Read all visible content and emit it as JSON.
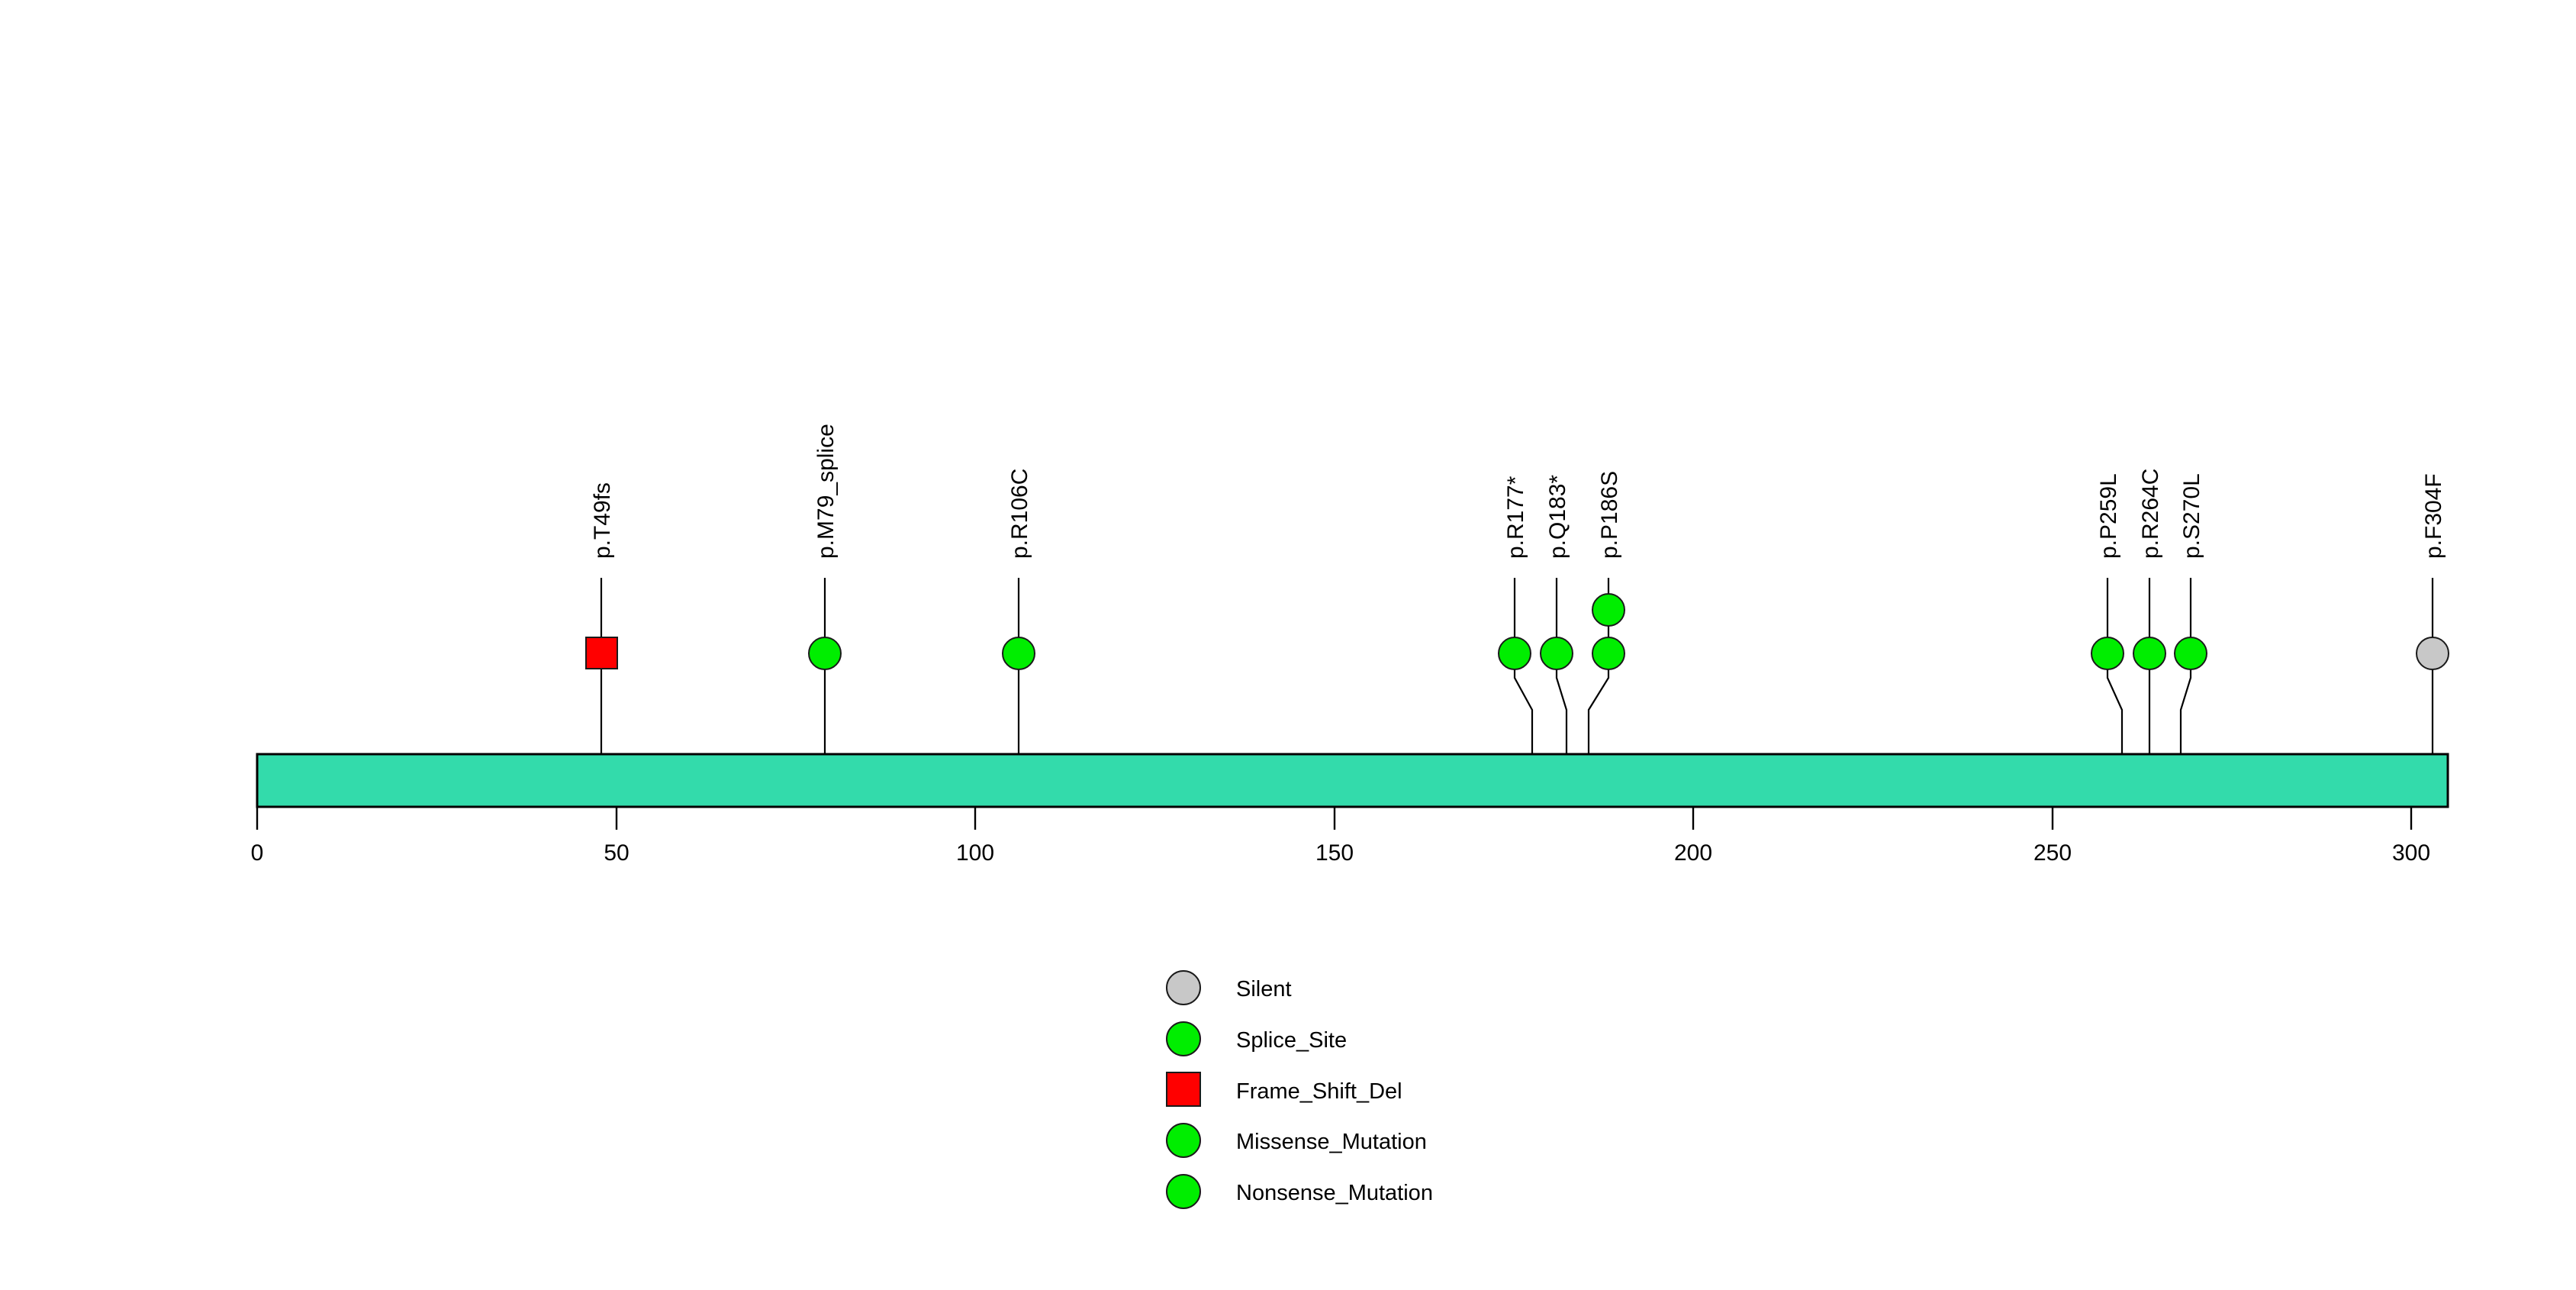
{
  "chart_data": {
    "type": "lollipop",
    "title": "",
    "xlabel": "",
    "ylabel": "",
    "xlim": [
      0,
      305
    ],
    "grid": false,
    "protein_length": 305,
    "axis_ticks": [
      {
        "value": 0,
        "label": "0"
      },
      {
        "value": 50,
        "label": "50"
      },
      {
        "value": 100,
        "label": "100"
      },
      {
        "value": 150,
        "label": "150"
      },
      {
        "value": 200,
        "label": "200"
      },
      {
        "value": 250,
        "label": "250"
      },
      {
        "value": 300,
        "label": "300"
      }
    ],
    "domain_bar": {
      "name": "protein-backbone",
      "start": 0,
      "end": 305,
      "color": "#33DBAB"
    },
    "mutations": [
      {
        "label": "p.T49fs",
        "position": 48,
        "count": 1,
        "shape": "square",
        "color": "#FF0000",
        "type": "Frame_Shift_Del"
      },
      {
        "label": "p.M79_splice",
        "position": 78,
        "count": 1,
        "shape": "circle",
        "color": "#00EE00",
        "type": "Splice_Site"
      },
      {
        "label": "p.R106C",
        "position": 105,
        "count": 1,
        "shape": "circle",
        "color": "#00EE00",
        "type": "Missense_Mutation"
      },
      {
        "label": "p.R177*",
        "position": 175,
        "count": 1,
        "shape": "circle",
        "color": "#00EE00",
        "type": "Nonsense_Mutation"
      },
      {
        "label": "p.Q183*",
        "position": 181,
        "count": 1,
        "shape": "circle",
        "color": "#00EE00",
        "type": "Nonsense_Mutation"
      },
      {
        "label": "p.P186S",
        "position": 187,
        "count": 2,
        "shape": "circle",
        "color": "#00EE00",
        "type": "Missense_Mutation"
      },
      {
        "label": "p.P259L",
        "position": 256,
        "count": 1,
        "shape": "circle",
        "color": "#00EE00",
        "type": "Missense_Mutation"
      },
      {
        "label": "p.R264C",
        "position": 262,
        "count": 1,
        "shape": "circle",
        "color": "#00EE00",
        "type": "Missense_Mutation"
      },
      {
        "label": "p.S270L",
        "position": 268,
        "count": 1,
        "shape": "circle",
        "color": "#00EE00",
        "type": "Missense_Mutation"
      },
      {
        "label": "p.F304F",
        "position": 303,
        "count": 1,
        "shape": "circle",
        "color": "#C8C8C8",
        "type": "Silent"
      }
    ],
    "legend": {
      "position": "bottom-center",
      "entries": [
        {
          "label": "Silent",
          "shape": "circle",
          "color": "#C8C8C8"
        },
        {
          "label": "Splice_Site",
          "shape": "circle",
          "color": "#00EE00"
        },
        {
          "label": "Frame_Shift_Del",
          "shape": "square",
          "color": "#FF0000"
        },
        {
          "label": "Missense_Mutation",
          "shape": "circle",
          "color": "#00EE00"
        },
        {
          "label": "Nonsense_Mutation",
          "shape": "circle",
          "color": "#00EE00"
        }
      ]
    }
  },
  "colors": {
    "background": "#FFFFFF",
    "backbone": "#33DBAB",
    "green": "#00EE00",
    "red": "#FF0000",
    "grey": "#C8C8C8",
    "stroke": "#000000"
  },
  "labels": {
    "m0": "p.T49fs",
    "m1": "p.M79_splice",
    "m2": "p.R106C",
    "m3": "p.R177*",
    "m4": "p.Q183*",
    "m5": "p.P186S",
    "m6": "p.P259L",
    "m7": "p.R264C",
    "m8": "p.S270L",
    "m9": "p.F304F"
  },
  "ticks": {
    "t0": "0",
    "t1": "50",
    "t2": "100",
    "t3": "150",
    "t4": "200",
    "t5": "250",
    "t6": "300"
  },
  "legend_text": {
    "l0": "Silent",
    "l1": "Splice_Site",
    "l2": "Frame_Shift_Del",
    "l3": "Missense_Mutation",
    "l4": "Nonsense_Mutation"
  }
}
